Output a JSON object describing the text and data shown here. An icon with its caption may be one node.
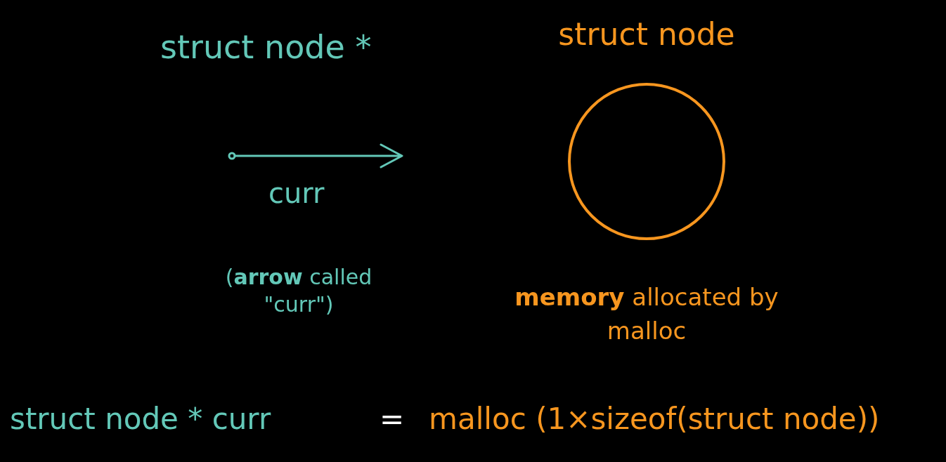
{
  "diagram": {
    "nodes": [
      {
        "text": [],
        "shape": "circle",
        "beside": [
          "struct node",
          "**memory** allocated by malloc"
        ]
      }
    ],
    "labels": [
      "struct node *",
      "curr",
      "(**arrow** called \"curr\")",
      "struct node * curr",
      "=",
      "malloc (1×sizeof(struct node))"
    ]
  }
}
